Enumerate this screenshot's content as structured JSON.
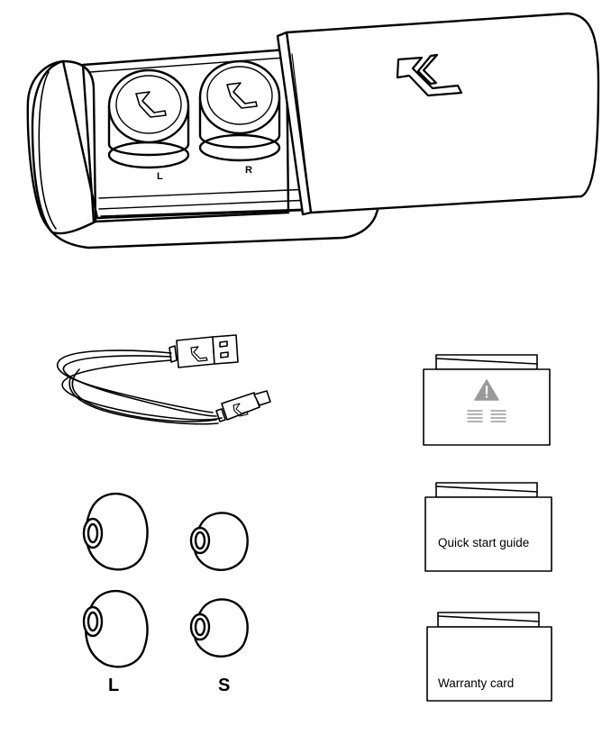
{
  "case": {
    "left_marking": "L",
    "right_marking": "R"
  },
  "eartips": {
    "large_label": "L",
    "small_label": "S"
  },
  "booklets": {
    "safety_icon": "warning-icon",
    "quick_start": "Quick start guide",
    "warranty": "Warranty card"
  },
  "colors": {
    "line": "#000000",
    "fill": "#ffffff",
    "light_line": "#9a9a9a"
  }
}
